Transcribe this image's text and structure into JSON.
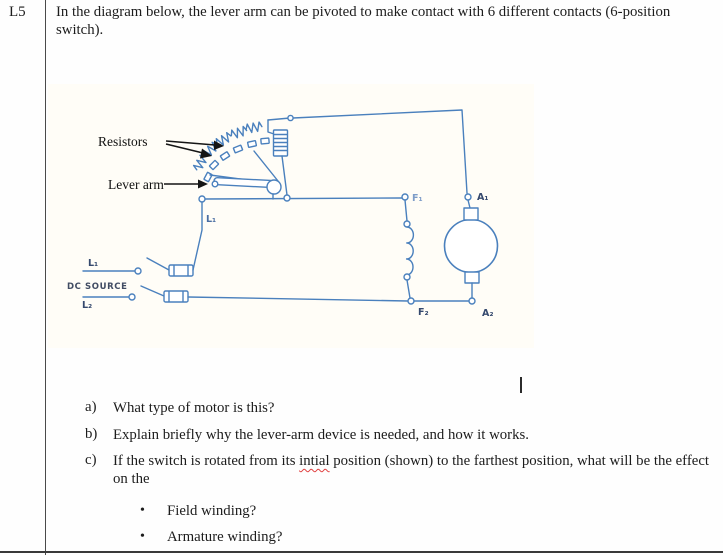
{
  "page": {
    "row_id": "L5",
    "intro": "In the diagram below, the lever arm can be pivoted to make contact with 6 different contacts (6-position switch)."
  },
  "diagram": {
    "wire_color": "#4a80bd",
    "annotation_color": "#151515",
    "labels": {
      "resistors": "Resistors",
      "lever_arm": "Lever arm",
      "l1_lever_wire": "L₁",
      "l1_source": "L₁",
      "dc_source": "DC SOURCE",
      "l2_source": "L₂",
      "f1": "F₁",
      "f2": "F₂",
      "a1": "A₁",
      "a2": "A₂"
    }
  },
  "questions": {
    "a": {
      "marker": "a)",
      "text": "What type of motor is this?"
    },
    "b": {
      "marker": "b)",
      "text": "Explain briefly why the lever-arm device is needed, and how it works."
    },
    "c": {
      "marker": "c)",
      "text_before": "If the switch is rotated from its ",
      "misspelled": "intial",
      "text_after": " position (shown) to the farthest position, what will be the effect on the"
    },
    "bullet_glyph": "•",
    "bullets": [
      "Field winding?",
      "Armature winding?"
    ]
  }
}
